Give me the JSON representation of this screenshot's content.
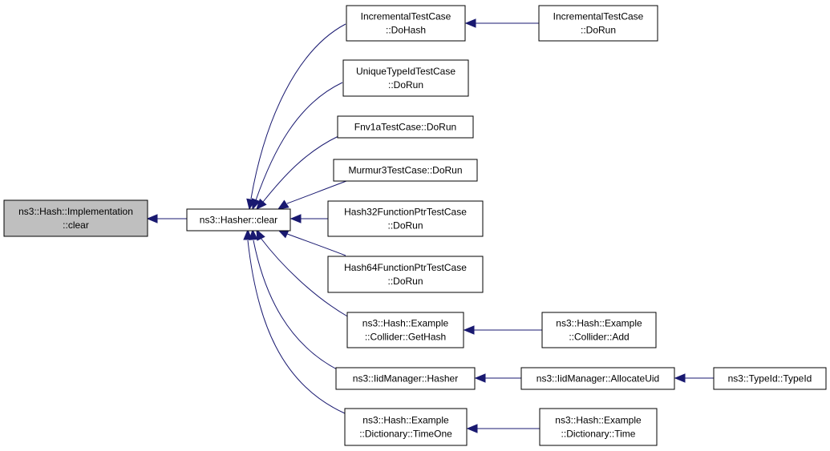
{
  "colors": {
    "edge": "#191970",
    "root_fill": "#bfbfbf",
    "node_fill": "#ffffff",
    "border": "#000000"
  },
  "nodes": {
    "impl_clear": {
      "lines": [
        "ns3::Hash::Implementation",
        "::clear"
      ],
      "root": true
    },
    "hasher_clear": {
      "lines": [
        "ns3::Hasher::clear"
      ]
    },
    "inc_dohash": {
      "lines": [
        "IncrementalTestCase",
        "::DoHash"
      ]
    },
    "inc_dorun": {
      "lines": [
        "IncrementalTestCase",
        "::DoRun"
      ]
    },
    "unique_dorun": {
      "lines": [
        "UniqueTypeIdTestCase",
        "::DoRun"
      ]
    },
    "fnv_dorun": {
      "lines": [
        "Fnv1aTestCase::DoRun"
      ]
    },
    "murmur_dorun": {
      "lines": [
        "Murmur3TestCase::DoRun"
      ]
    },
    "h32_dorun": {
      "lines": [
        "Hash32FunctionPtrTestCase",
        "::DoRun"
      ]
    },
    "h64_dorun": {
      "lines": [
        "Hash64FunctionPtrTestCase",
        "::DoRun"
      ]
    },
    "collider_gethash": {
      "lines": [
        "ns3::Hash::Example",
        "::Collider::GetHash"
      ]
    },
    "collider_add": {
      "lines": [
        "ns3::Hash::Example",
        "::Collider::Add"
      ]
    },
    "iid_hasher": {
      "lines": [
        "ns3::IidManager::Hasher"
      ]
    },
    "iid_allocate": {
      "lines": [
        "ns3::IidManager::AllocateUid"
      ]
    },
    "typeid_typeid": {
      "lines": [
        "ns3::TypeId::TypeId"
      ]
    },
    "dict_timeone": {
      "lines": [
        "ns3::Hash::Example",
        "::Dictionary::TimeOne"
      ]
    },
    "dict_time": {
      "lines": [
        "ns3::Hash::Example",
        "::Dictionary::Time"
      ]
    }
  },
  "edges": [
    {
      "from": "hasher_clear",
      "to": "impl_clear"
    },
    {
      "from": "inc_dohash",
      "to": "hasher_clear"
    },
    {
      "from": "unique_dorun",
      "to": "hasher_clear"
    },
    {
      "from": "fnv_dorun",
      "to": "hasher_clear"
    },
    {
      "from": "murmur_dorun",
      "to": "hasher_clear"
    },
    {
      "from": "h32_dorun",
      "to": "hasher_clear"
    },
    {
      "from": "h64_dorun",
      "to": "hasher_clear"
    },
    {
      "from": "collider_gethash",
      "to": "hasher_clear"
    },
    {
      "from": "iid_hasher",
      "to": "hasher_clear"
    },
    {
      "from": "dict_timeone",
      "to": "hasher_clear"
    },
    {
      "from": "inc_dorun",
      "to": "inc_dohash"
    },
    {
      "from": "collider_add",
      "to": "collider_gethash"
    },
    {
      "from": "iid_allocate",
      "to": "iid_hasher"
    },
    {
      "from": "typeid_typeid",
      "to": "iid_allocate"
    },
    {
      "from": "dict_time",
      "to": "dict_timeone"
    }
  ]
}
